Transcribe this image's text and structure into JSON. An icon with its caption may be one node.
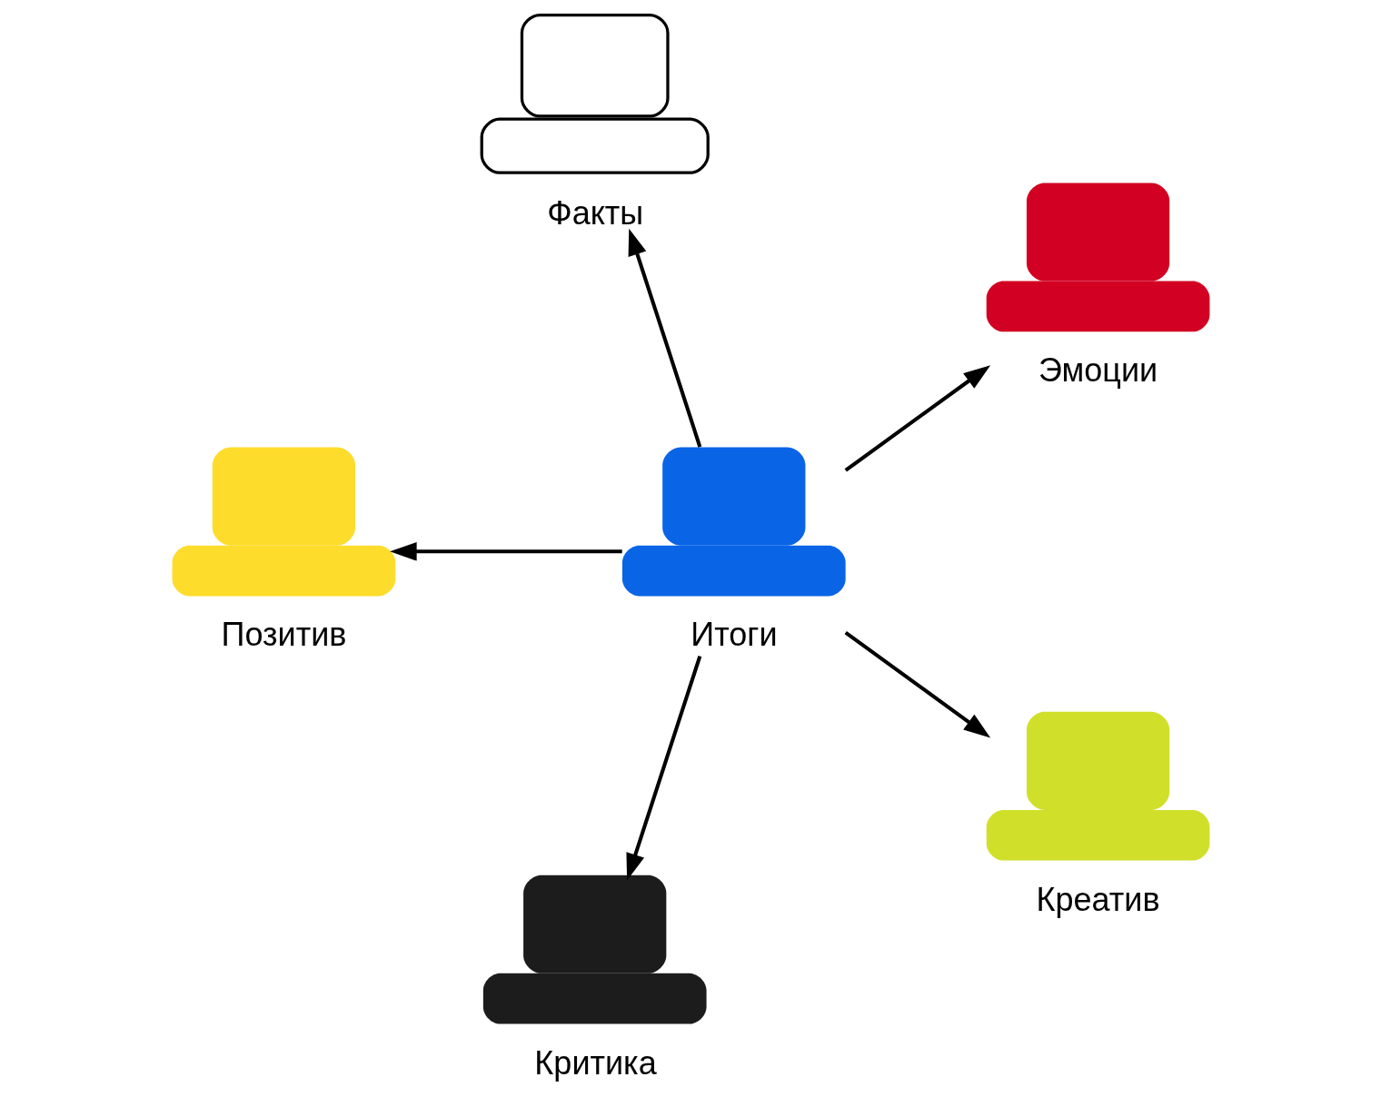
{
  "diagram": {
    "nodes": [
      {
        "text": [
          "Факты"
        ]
      },
      {
        "text": [
          "Эмоции"
        ]
      },
      {
        "text": [
          "Итоги"
        ]
      },
      {
        "text": [
          "Позитив"
        ]
      },
      {
        "text": [
          "Креатив"
        ]
      },
      {
        "text": [
          "Критика"
        ]
      }
    ],
    "edges": [
      {
        "from": 2,
        "to": 0,
        "arrow": "to"
      },
      {
        "from": 2,
        "to": 1,
        "arrow": "to"
      },
      {
        "from": 2,
        "to": 3,
        "arrow": "to"
      },
      {
        "from": 2,
        "to": 4,
        "arrow": "to"
      },
      {
        "from": 2,
        "to": 5,
        "arrow": "to"
      }
    ]
  }
}
